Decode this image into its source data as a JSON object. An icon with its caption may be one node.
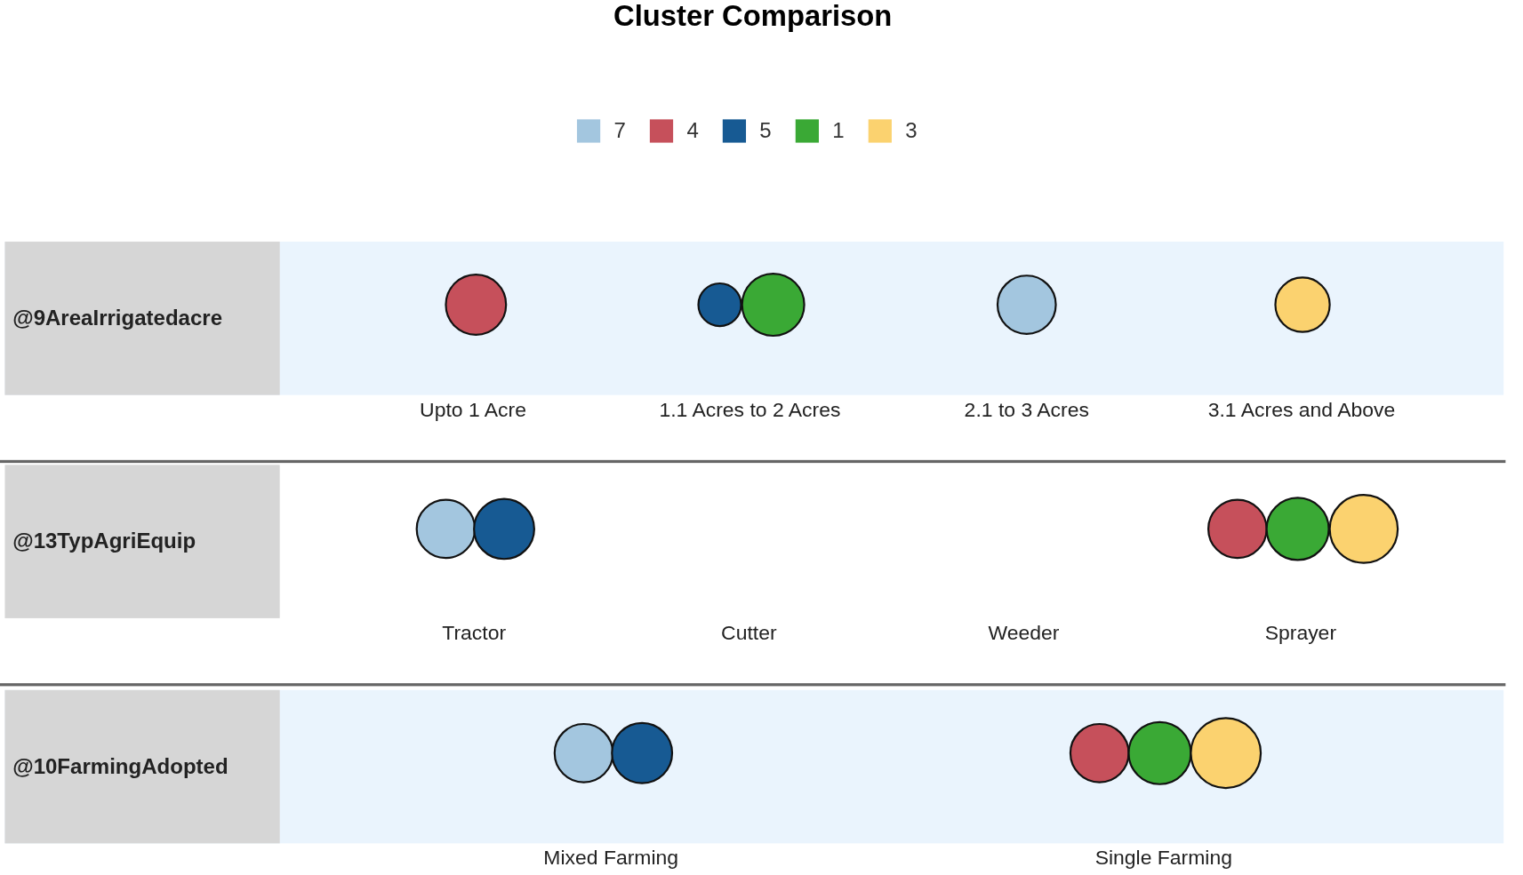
{
  "diagram": {
    "title": "Cluster Comparison",
    "nodes": [
      {
        "text": [
          "@9AreaIrrigatedacre"
        ]
      },
      {
        "text": [
          "@13TypAgriEquip"
        ]
      },
      {
        "text": [
          "@10FarmingAdopted"
        ]
      }
    ],
    "labels": [
      "Upto 1 Acre",
      "1.1 Acres to 2 Acres",
      "2.1 to 3 Acres",
      "3.1 Acres and Above",
      "Tractor",
      "Cutter",
      "Weeder",
      "Sprayer",
      "Mixed Farming",
      "Single Farming"
    ],
    "legend": [
      {
        "text": "7",
        "color": "#a3c6df"
      },
      {
        "text": "4",
        "color": "#c6505b"
      },
      {
        "text": "5",
        "color": "#175a93"
      },
      {
        "text": "1",
        "color": "#3aa935"
      },
      {
        "text": "3",
        "color": "#fbd26f"
      }
    ]
  }
}
